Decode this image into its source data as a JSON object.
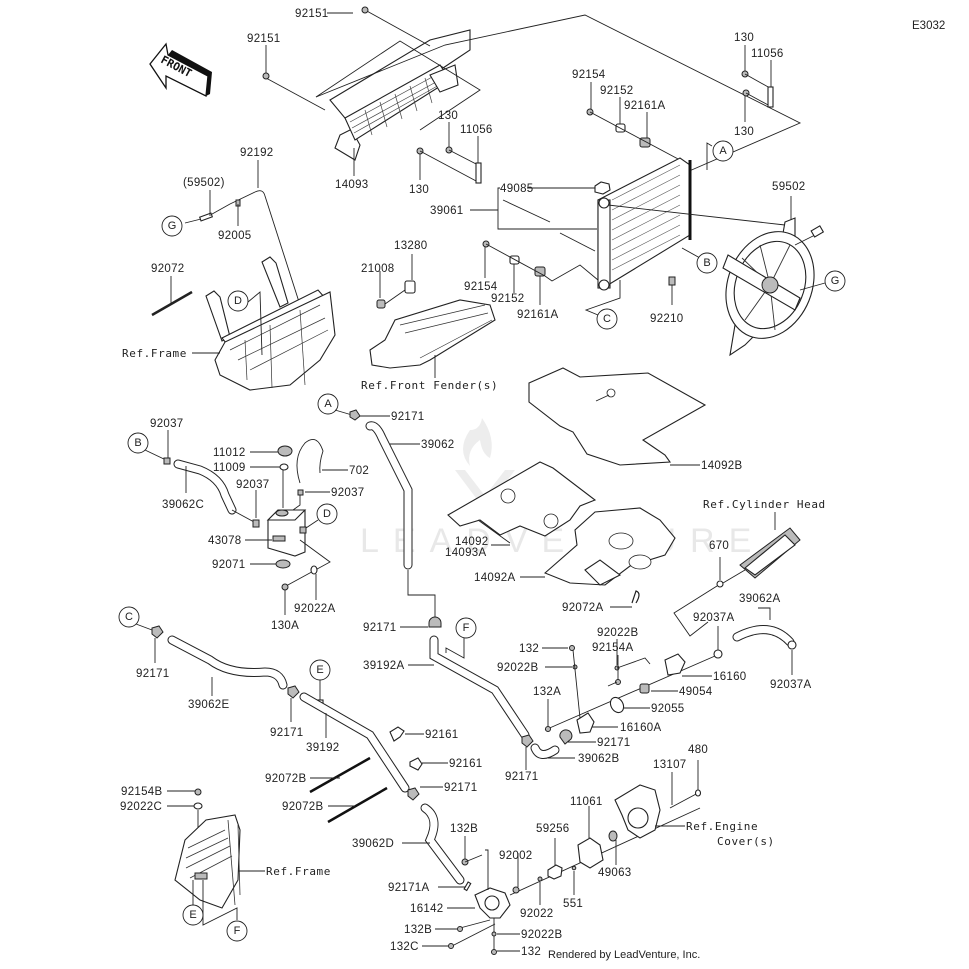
{
  "diagram": {
    "code": "E3032",
    "direction_label": "FRONT",
    "watermark": "LEADVENTURE",
    "credit": "Rendered by LeadVenture, Inc."
  },
  "labels": {
    "p92151_top": "92151",
    "p92151_left": "92151",
    "p14093": "14093",
    "p130_a": "130",
    "p11056_a": "11056",
    "p130_b": "130",
    "p130_c": "130",
    "p11056_b": "11056",
    "p130_d": "130",
    "p92154_top": "92154",
    "p92152_top": "92152",
    "p92161A_top": "92161A",
    "p49085": "49085",
    "p39061": "39061",
    "p59502": "59502",
    "p59502_paren": "(59502)",
    "p92192": "92192",
    "p92005": "92005",
    "p92072": "92072",
    "ref_frame_top": "Ref.Frame",
    "p21008": "21008",
    "p13280": "13280",
    "ref_front_fender": "Ref.Front Fender(s)",
    "p92154_mid": "92154",
    "p92152_mid": "92152",
    "p92161A_mid": "92161A",
    "p92210": "92210",
    "p92171_a": "92171",
    "p39062": "39062",
    "p14092B": "14092B",
    "p92037_b": "92037",
    "p11012": "11012",
    "p11009": "11009",
    "p702": "702",
    "p92037_c": "92037",
    "p39062C": "39062C",
    "p92037_d": "92037",
    "p43078": "43078",
    "p92071": "92071",
    "p92022A": "92022A",
    "p130A": "130A",
    "p14092": "14092",
    "p14093A": "14093A",
    "p14092A": "14092A",
    "p92072A": "92072A",
    "ref_cylinder_head": "Ref.Cylinder Head",
    "p670": "670",
    "p39062A": "39062A",
    "p92037A_top": "92037A",
    "p92037A_bot": "92037A",
    "p16160": "16160",
    "p49054": "49054",
    "p92055": "92055",
    "p16160A": "16160A",
    "p92171_f": "92171",
    "p39062B": "39062B",
    "p92171_g": "92171",
    "p132_top": "132",
    "p92022B_l": "92022B",
    "p92022B_r": "92022B",
    "p92154A": "92154A",
    "p132A": "132A",
    "p92171_b": "92171",
    "p39192A": "39192A",
    "p92171_c": "92171",
    "p39062E": "39062E",
    "p92171_d": "92171",
    "p39192": "39192",
    "p92161_a": "92161",
    "p92161_b": "92161",
    "p92171_e": "92171",
    "p92072B_a": "92072B",
    "p92072B_b": "92072B",
    "p92154B": "92154B",
    "p92022C": "92022C",
    "ref_frame_bot": "Ref.Frame",
    "p39062D": "39062D",
    "p132B_top": "132B",
    "p92171A": "92171A",
    "p16142": "16142",
    "p132B_bot": "132B",
    "p132C": "132C",
    "p92022B_bot": "92022B",
    "p132_bot": "132",
    "p92002": "92002",
    "p92022": "92022",
    "p59256": "59256",
    "p11061": "11061",
    "p551": "551",
    "p49063": "49063",
    "p13107": "13107",
    "p480": "480",
    "ref_engine_cover_1": "Ref.Engine",
    "ref_engine_cover_2": "Cover(s)"
  },
  "callouts": {
    "A1": "A",
    "A2": "A",
    "B1": "B",
    "B2": "B",
    "C1": "C",
    "C2": "C",
    "D1": "D",
    "D2": "D",
    "E1": "E",
    "E2": "E",
    "F1": "F",
    "F2": "F",
    "G1": "G",
    "G2": "G"
  }
}
